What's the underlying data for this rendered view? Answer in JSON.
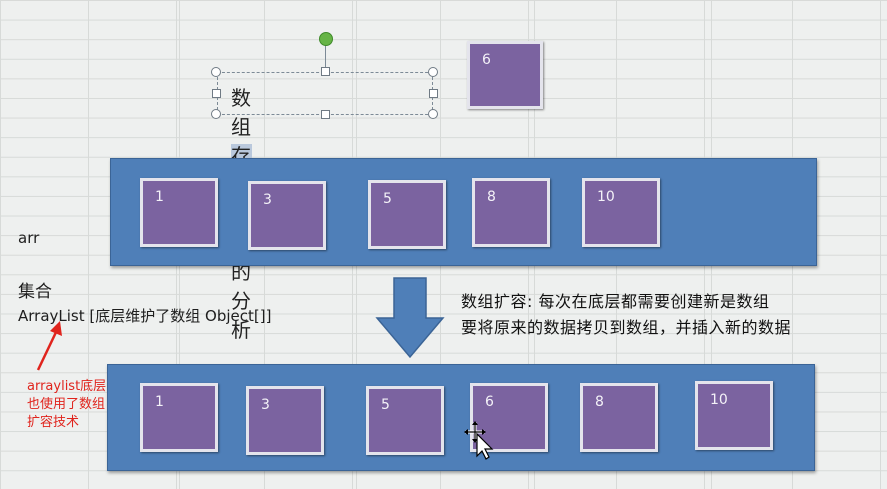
{
  "slide_title": {
    "part1": "数组",
    "part2": "存储方式",
    "part3": "的分析"
  },
  "floating_cell": "6",
  "top_array": [
    "1",
    "3",
    "5",
    "8",
    "10"
  ],
  "bottom_array": [
    "1",
    "3",
    "5",
    "6",
    "8",
    "10"
  ],
  "labels": {
    "arr": "arr",
    "collection": "集合",
    "arraylist": "ArrayList [底层维护了数组 Object[]]"
  },
  "annotation": [
    "arraylist底层",
    "也使用了数组",
    "扩容技术"
  ],
  "description": [
    "数组扩容: 每次在底层都需要创建新是数组",
    "要将原来的数据拷贝到数组，并插入新的数据"
  ],
  "colors": {
    "banner": "#4f7fb8",
    "cell": "#7b63a0",
    "annotation": "#e0241d"
  }
}
